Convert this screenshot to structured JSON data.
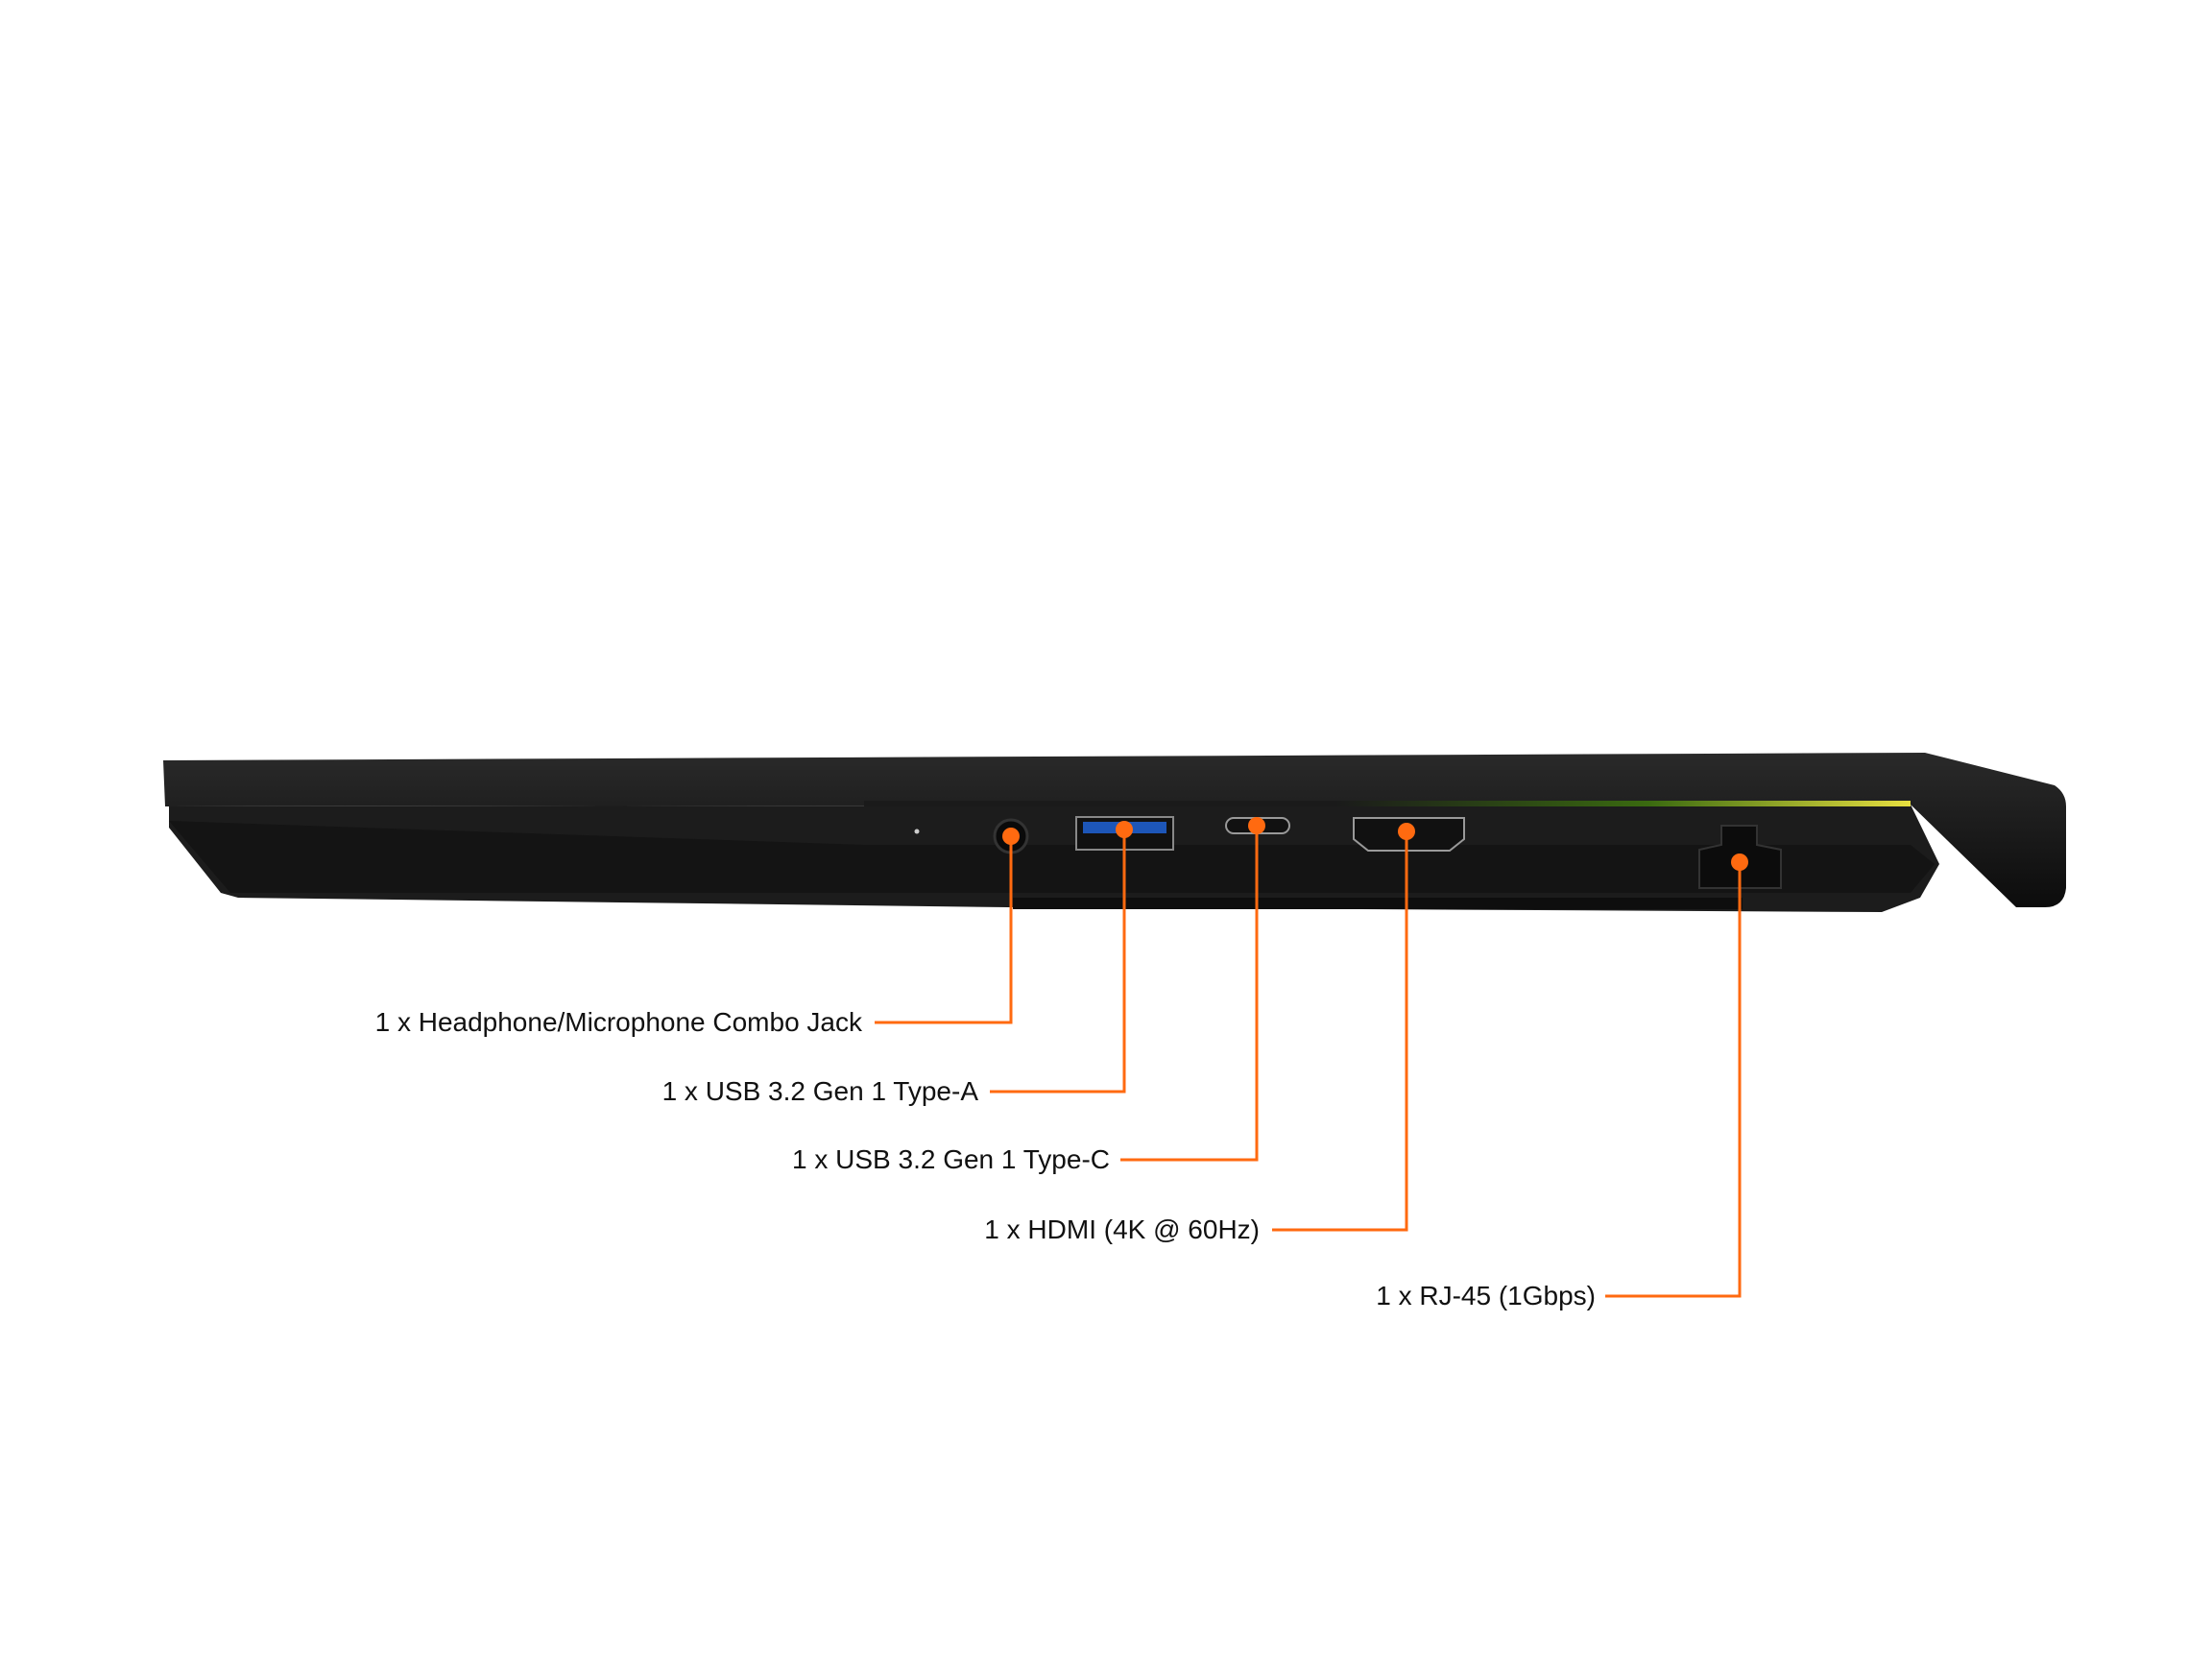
{
  "accent_color": "#ff6a10",
  "ports": [
    {
      "id": "audio-jack",
      "label": "1 x Headphone/Microphone Combo Jack"
    },
    {
      "id": "usb-a",
      "label": "1 x USB 3.2 Gen 1 Type-A"
    },
    {
      "id": "usb-c",
      "label": "1 x USB 3.2 Gen 1 Type-C"
    },
    {
      "id": "hdmi",
      "label": "1 x HDMI (4K @ 60Hz)"
    },
    {
      "id": "rj45",
      "label": "1 x RJ-45 (1Gbps)"
    }
  ]
}
